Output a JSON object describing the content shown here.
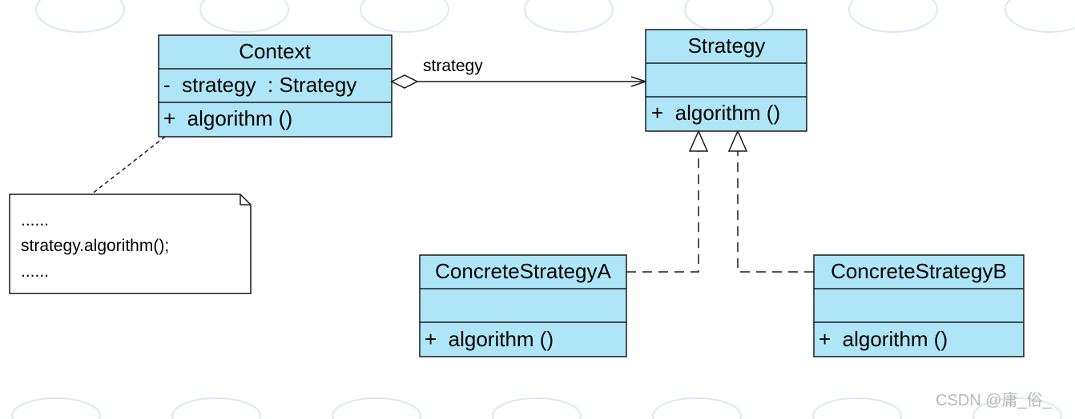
{
  "diagram": {
    "classes": {
      "context": {
        "name": "Context",
        "attribute": "-  strategy  : Strategy",
        "operation": "+  algorithm ()"
      },
      "strategy": {
        "name": "Strategy",
        "attribute": "",
        "operation": "+  algorithm ()"
      },
      "concrete_a": {
        "name": "ConcreteStrategyA",
        "attribute": "",
        "operation": "+  algorithm ()"
      },
      "concrete_b": {
        "name": "ConcreteStrategyB",
        "attribute": "",
        "operation": "+  algorithm ()"
      }
    },
    "association": {
      "role_label": "strategy",
      "type": "aggregation"
    },
    "realizations": [
      "ConcreteStrategyA implements Strategy",
      "ConcreteStrategyB implements Strategy"
    ],
    "note": {
      "lines": [
        "......",
        "strategy.algorithm();",
        "......"
      ]
    }
  },
  "colors": {
    "class_fill": "#aee6f8",
    "border": "#1a1a1a",
    "watermark": "#c9dcea",
    "credit": "#b9b9b9"
  },
  "credit": "CSDN @庸_俗_"
}
